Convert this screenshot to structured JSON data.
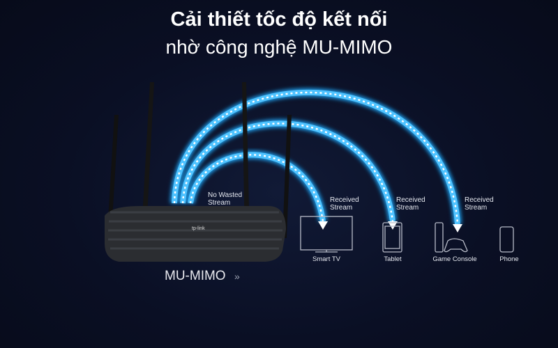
{
  "headline": {
    "line1": "Cải thiết tốc độ kết nối",
    "line2": "nhờ công nghệ MU-MIMO"
  },
  "router": {
    "brand": "tp-link",
    "tech_label": "MU-MIMO",
    "chevron_icon": "double-chevron-right-icon"
  },
  "stream_labels": {
    "wasted": "No Wasted\nStream",
    "received": "Received\nStream"
  },
  "devices": [
    {
      "name": "Smart TV",
      "icon": "tv-icon",
      "receives_stream": true
    },
    {
      "name": "Tablet",
      "icon": "tablet-icon",
      "receives_stream": true
    },
    {
      "name": "Game Console",
      "icon": "game-console-icon",
      "receives_stream": true
    },
    {
      "name": "Phone",
      "icon": "phone-icon",
      "receives_stream": false
    }
  ],
  "colors": {
    "background": "#0a0f22",
    "stream_glow": "#1e9be8",
    "stream_dots": "#ffffff",
    "text": "#ffffff"
  }
}
